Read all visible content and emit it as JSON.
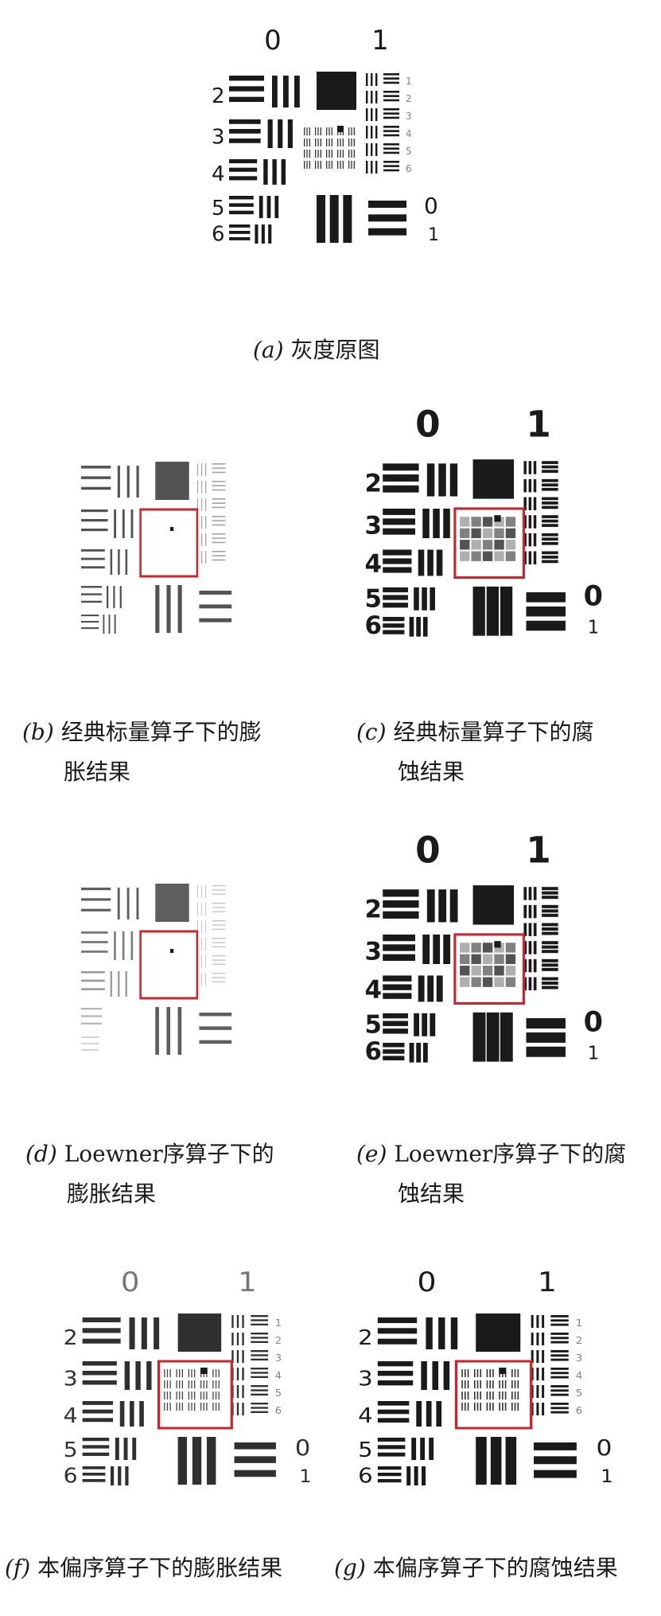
{
  "figure": {
    "panels": [
      {
        "id": "a",
        "variant": "original",
        "digits_top": [
          "0",
          "1"
        ],
        "digits_left": [
          "2",
          "3",
          "4",
          "5",
          "6"
        ],
        "digits_right": [
          "1",
          "2",
          "3",
          "4",
          "5",
          "6"
        ],
        "digits_corner": [
          "0",
          "1"
        ],
        "highlight_box": false,
        "caption": {
          "tag": "(a)",
          "line1": "灰度原图",
          "line2": ""
        }
      },
      {
        "id": "b",
        "variant": "dilate-classic",
        "digits_top": [
          "",
          ""
        ],
        "digits_left": [
          "",
          "",
          "",
          "",
          ""
        ],
        "digits_right": [
          "",
          "",
          "",
          "",
          "",
          ""
        ],
        "digits_corner": [
          "",
          ""
        ],
        "highlight_box": true,
        "caption": {
          "tag": "(b)",
          "line1": "经典标量算子下的膨",
          "line2": "胀结果"
        }
      },
      {
        "id": "c",
        "variant": "erode-classic",
        "digits_top": [
          "0",
          "1"
        ],
        "digits_left": [
          "2",
          "3",
          "4",
          "5",
          "6"
        ],
        "digits_right": [
          "",
          "",
          "",
          "",
          "",
          ""
        ],
        "digits_corner": [
          "0",
          "1"
        ],
        "highlight_box": true,
        "caption": {
          "tag": "(c)",
          "line1": "经典标量算子下的腐",
          "line2": "蚀结果"
        }
      },
      {
        "id": "d",
        "variant": "dilate-loewner",
        "digits_top": [
          "",
          ""
        ],
        "digits_left": [
          "",
          "",
          "",
          "",
          ""
        ],
        "digits_right": [
          "",
          "",
          "",
          "",
          "",
          ""
        ],
        "digits_corner": [
          "",
          ""
        ],
        "highlight_box": true,
        "caption": {
          "tag": "(d)",
          "line1": "Loewner序算子下的",
          "line2": "膨胀结果"
        }
      },
      {
        "id": "e",
        "variant": "erode-loewner",
        "digits_top": [
          "0",
          "1"
        ],
        "digits_left": [
          "2",
          "3",
          "4",
          "5",
          "6"
        ],
        "digits_right": [
          "",
          "",
          "",
          "",
          "",
          ""
        ],
        "digits_corner": [
          "0",
          "1"
        ],
        "highlight_box": true,
        "caption": {
          "tag": "(e)",
          "line1": "Loewner序算子下的腐",
          "line2": "蚀结果"
        }
      },
      {
        "id": "f",
        "variant": "dilate-partial",
        "digits_top": [
          "0",
          "1"
        ],
        "digits_left": [
          "2",
          "3",
          "4",
          "5",
          "6"
        ],
        "digits_right": [
          "1",
          "2",
          "3",
          "4",
          "5",
          "6"
        ],
        "digits_corner": [
          "0",
          "1"
        ],
        "highlight_box": true,
        "caption": {
          "tag": "(f)",
          "line1": "本偏序算子下的膨胀结果",
          "line2": ""
        }
      },
      {
        "id": "g",
        "variant": "erode-partial",
        "digits_top": [
          "0",
          "1"
        ],
        "digits_left": [
          "2",
          "3",
          "4",
          "5",
          "6"
        ],
        "digits_right": [
          "1",
          "2",
          "3",
          "4",
          "5",
          "6"
        ],
        "digits_corner": [
          "0",
          "1"
        ],
        "highlight_box": true,
        "caption": {
          "tag": "(g)",
          "line1": "本偏序算子下的腐蚀结果",
          "line2": ""
        }
      }
    ],
    "colors": {
      "ink": "#1a1a1a",
      "highlight": "#c8262e"
    }
  }
}
